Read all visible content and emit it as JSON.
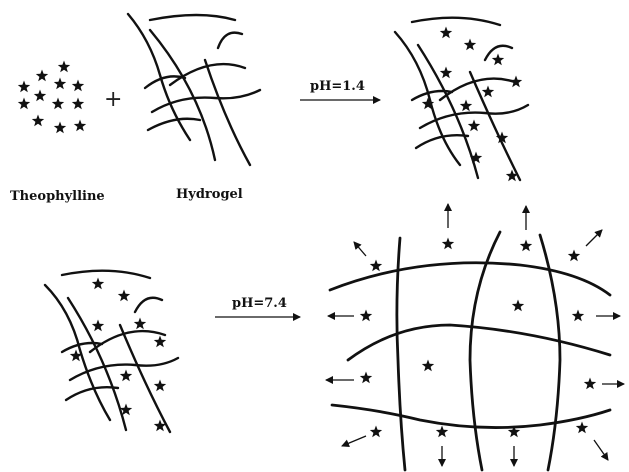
{
  "labels": {
    "theophylline": "Theophylline",
    "hydrogel": "Hydrogel",
    "plus": "+",
    "acid_condition": "pH=1.4",
    "neutral_condition": "pH=7.4"
  },
  "colors": {
    "ink": "#111111",
    "background": "#ffffff"
  },
  "icons": {
    "drug": "star-icon",
    "release": "arrow-icon"
  }
}
